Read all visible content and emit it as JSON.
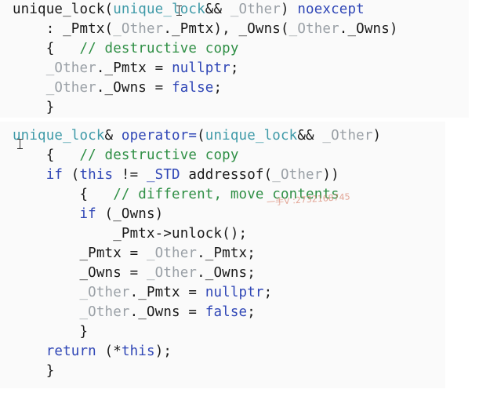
{
  "colors": {
    "identifier": "#1a1a1a",
    "type": "#3f9aa8",
    "keyword": "#2f46b6",
    "comment": "#2f8f45",
    "grayed": "#9aa0a6",
    "macro": "#2f46b6",
    "watermark": "#d9826c"
  },
  "code": {
    "lines": [
      [
        {
          "t": "unique_lock(",
          "c": "t-id"
        },
        {
          "t": "unique_lock",
          "c": "t-ty"
        },
        {
          "t": "&& ",
          "c": "t-id"
        },
        {
          "t": "_Other",
          "c": "t-gr"
        },
        {
          "t": ") ",
          "c": "t-id"
        },
        {
          "t": "noexcept",
          "c": "t-kw"
        }
      ],
      [
        {
          "t": "    : _Pmtx(",
          "c": "t-id"
        },
        {
          "t": "_Other",
          "c": "t-gr"
        },
        {
          "t": "._Pmtx), _Owns(",
          "c": "t-id"
        },
        {
          "t": "_Other",
          "c": "t-gr"
        },
        {
          "t": "._Owns)",
          "c": "t-id"
        }
      ],
      [
        {
          "t": "    {   ",
          "c": "t-id"
        },
        {
          "t": "// destructive copy",
          "c": "t-cm"
        }
      ],
      [
        {
          "t": "    ",
          "c": "t-id"
        },
        {
          "t": "_Other",
          "c": "t-gr"
        },
        {
          "t": "._Pmtx = ",
          "c": "t-id"
        },
        {
          "t": "nullptr",
          "c": "t-kw"
        },
        {
          "t": ";",
          "c": "t-id"
        }
      ],
      [
        {
          "t": "    ",
          "c": "t-id"
        },
        {
          "t": "_Other",
          "c": "t-gr"
        },
        {
          "t": "._Owns = ",
          "c": "t-id"
        },
        {
          "t": "false",
          "c": "t-kw"
        },
        {
          "t": ";",
          "c": "t-id"
        }
      ],
      [
        {
          "t": "    }",
          "c": "t-id"
        }
      ],
      [
        {
          "t": "unique_lock",
          "c": "t-ty"
        },
        {
          "t": "& ",
          "c": "t-id"
        },
        {
          "t": "operator=",
          "c": "t-kw"
        },
        {
          "t": "(",
          "c": "t-id"
        },
        {
          "t": "unique_lock",
          "c": "t-ty"
        },
        {
          "t": "&& ",
          "c": "t-id"
        },
        {
          "t": "_Other",
          "c": "t-gr"
        },
        {
          "t": ")",
          "c": "t-id"
        }
      ],
      [
        {
          "t": "    {   ",
          "c": "t-id"
        },
        {
          "t": "// destructive copy",
          "c": "t-cm"
        }
      ],
      [
        {
          "t": "    ",
          "c": "t-id"
        },
        {
          "t": "if",
          "c": "t-kw"
        },
        {
          "t": " (",
          "c": "t-id"
        },
        {
          "t": "this",
          "c": "t-kw"
        },
        {
          "t": " != ",
          "c": "t-id"
        },
        {
          "t": "_STD",
          "c": "t-mc"
        },
        {
          "t": " addressof(",
          "c": "t-id"
        },
        {
          "t": "_Other",
          "c": "t-gr"
        },
        {
          "t": "))",
          "c": "t-id"
        }
      ],
      [
        {
          "t": "        {   ",
          "c": "t-id"
        },
        {
          "t": "// different, move contents",
          "c": "t-cm"
        }
      ],
      [
        {
          "t": "        ",
          "c": "t-id"
        },
        {
          "t": "if",
          "c": "t-kw"
        },
        {
          "t": " (_Owns)",
          "c": "t-id"
        }
      ],
      [
        {
          "t": "            _Pmtx->unlock();",
          "c": "t-id"
        }
      ],
      [
        {
          "t": "        _Pmtx = ",
          "c": "t-id"
        },
        {
          "t": "_Other",
          "c": "t-gr"
        },
        {
          "t": "._Pmtx;",
          "c": "t-id"
        }
      ],
      [
        {
          "t": "        _Owns = ",
          "c": "t-id"
        },
        {
          "t": "_Other",
          "c": "t-gr"
        },
        {
          "t": "._Owns;",
          "c": "t-id"
        }
      ],
      [
        {
          "t": "        ",
          "c": "t-id"
        },
        {
          "t": "_Other",
          "c": "t-gr"
        },
        {
          "t": "._Pmtx = ",
          "c": "t-id"
        },
        {
          "t": "nullptr",
          "c": "t-kw"
        },
        {
          "t": ";",
          "c": "t-id"
        }
      ],
      [
        {
          "t": "        ",
          "c": "t-id"
        },
        {
          "t": "_Other",
          "c": "t-gr"
        },
        {
          "t": "._Owns = ",
          "c": "t-id"
        },
        {
          "t": "false",
          "c": "t-kw"
        },
        {
          "t": ";",
          "c": "t-id"
        }
      ],
      [
        {
          "t": "        }",
          "c": "t-id"
        }
      ],
      [
        {
          "t": "    ",
          "c": "t-id"
        },
        {
          "t": "return",
          "c": "t-kw"
        },
        {
          "t": " (*",
          "c": "t-id"
        },
        {
          "t": "this",
          "c": "t-kw"
        },
        {
          "t": ");",
          "c": "t-id"
        }
      ],
      [
        {
          "t": "    }",
          "c": "t-id"
        }
      ]
    ]
  },
  "watermark": {
    "text": "一手V :2732168745"
  },
  "icons": {
    "text_cursor": "ibeam-cursor-icon"
  }
}
